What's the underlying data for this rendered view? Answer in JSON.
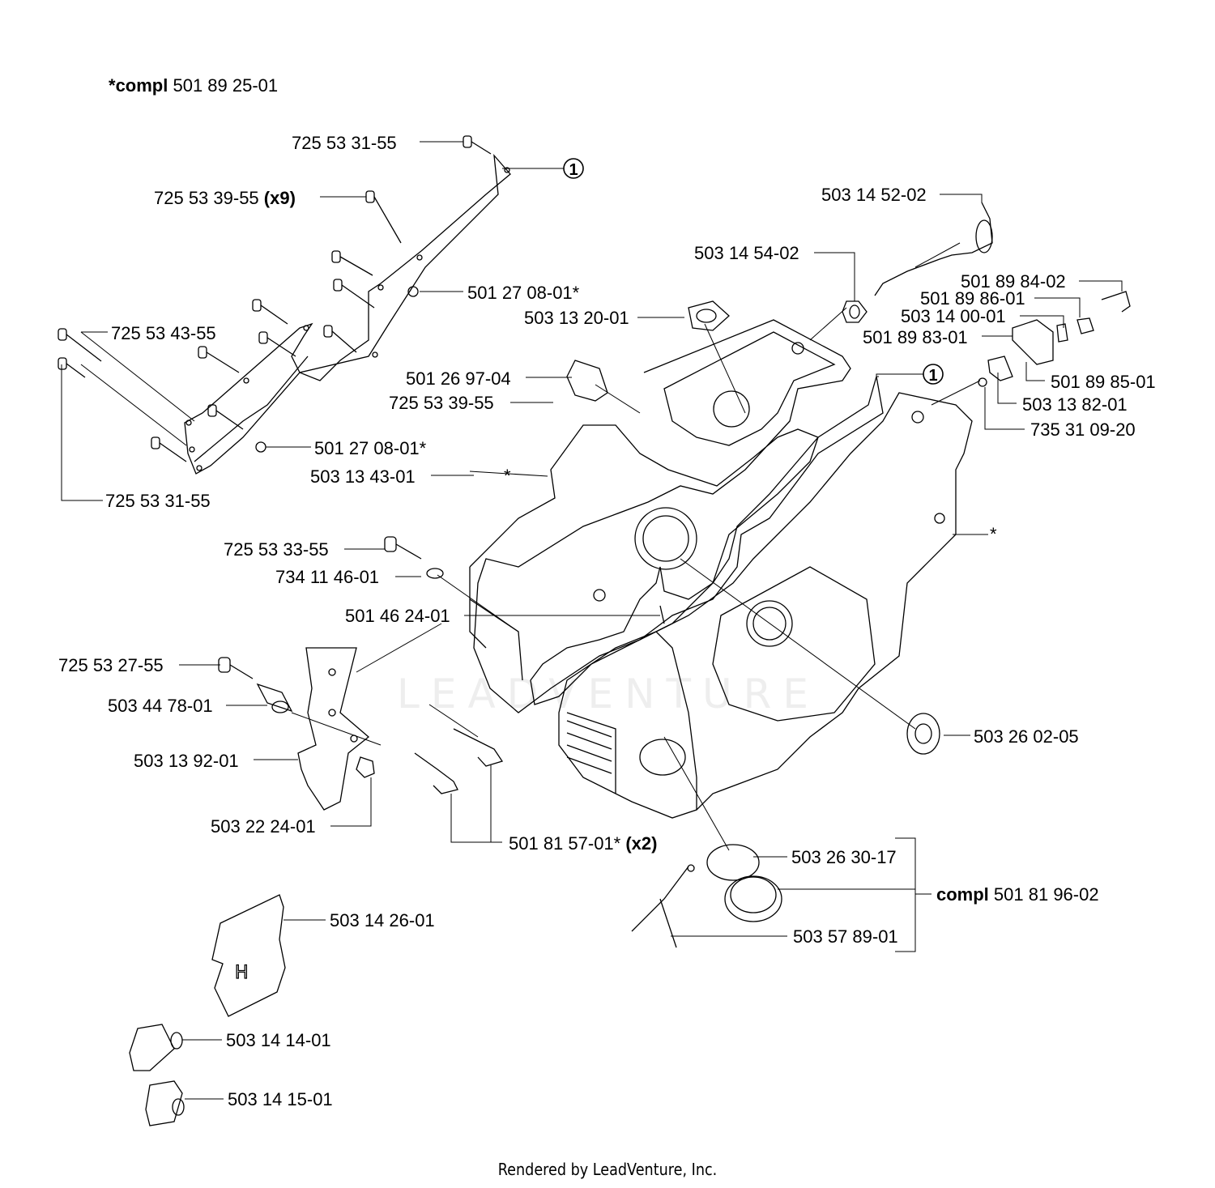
{
  "header": {
    "prefix": "*",
    "bold": "compl",
    "value": "501 89 25-01"
  },
  "watermark": "LEADVENTURE",
  "footer": "Rendered by LeadVenture, Inc.",
  "callout": "1",
  "labels": {
    "p725533155_top": "725 53 31-55",
    "p725533955_x9": "725 53 39-55",
    "x9": "(x9)",
    "p501270801_a": "501 27 08-01*",
    "p725534355": "725 53 43-55",
    "p501270801_b": "501 27 08-01*",
    "p725533155_bot": "725 53 31-55",
    "p503142001": "503 13 20-01",
    "p503145402": "503 14 54-02",
    "p501269704": "501 26 97-04",
    "p725533955": "725 53 39-55",
    "p503134301": "503 13 43-01",
    "p503145202": "503 14 52-02",
    "p501898402": "501 89 84-02",
    "p501898601": "501 89 86-01",
    "p503140001": "503 14 00-01",
    "p501898301": "501 89 83-01",
    "p501898501": "501 89 85-01",
    "p503138201": "503 13 82-01",
    "p735310920": "735 31 09-20",
    "p725533355": "725 53 33-55",
    "p734114601": "734 11 46-01",
    "p501462401": "501 46 24-01",
    "p725532755": "725 53 27-55",
    "p503447801": "503 44 78-01",
    "p503139201": "503 13 92-01",
    "p503222401": "503 22 24-01",
    "p501815701": "501 81 57-01*",
    "x2": "(x2)",
    "p503260205": "503 26 02-05",
    "p503263017": "503 26 30-17",
    "compl_bold": "compl",
    "compl_value": "501 81 96-02",
    "p503578901": "503 57 89-01",
    "p503142601": "503 14 26-01",
    "p503141401": "503 14 14-01",
    "p503141501": "503 14 15-01",
    "star_a": "*",
    "star_b": "*"
  }
}
